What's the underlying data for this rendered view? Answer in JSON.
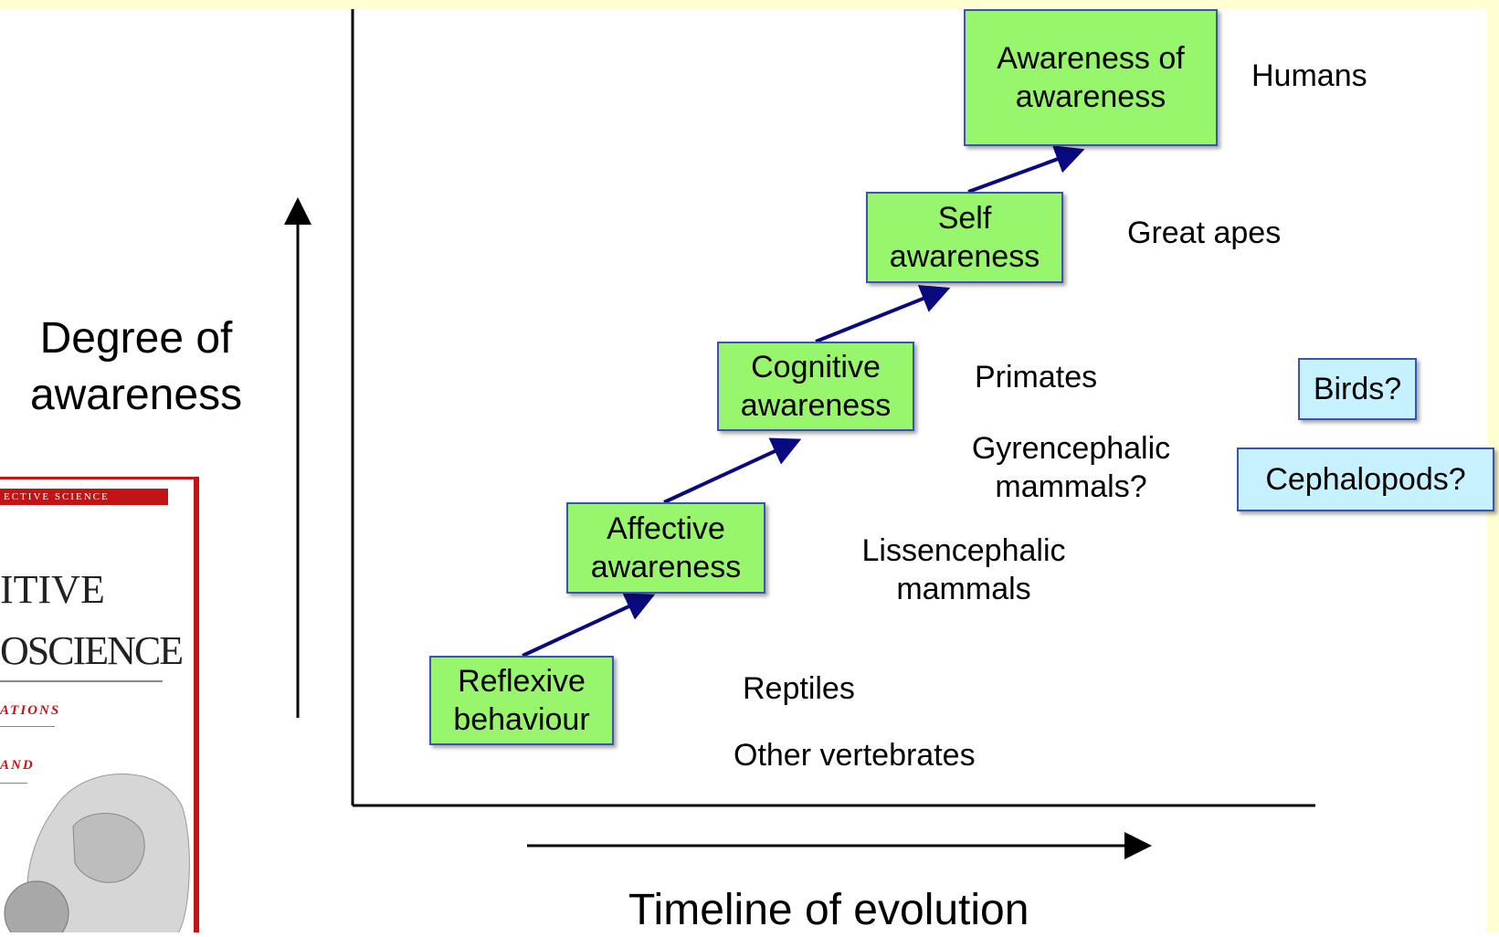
{
  "y_axis_label": [
    "Degree of",
    "awareness"
  ],
  "x_axis_label": "Timeline of evolution",
  "stages": [
    {
      "lines": [
        "Reflexive",
        "behaviour"
      ]
    },
    {
      "lines": [
        "Affective",
        "awareness"
      ]
    },
    {
      "lines": [
        "Cognitive",
        "awareness"
      ]
    },
    {
      "lines": [
        "Self",
        "awareness"
      ]
    },
    {
      "lines": [
        "Awareness of",
        "awareness"
      ]
    }
  ],
  "groups": {
    "humans": "Humans",
    "great_apes": "Great apes",
    "primates": "Primates",
    "gyrencephalic": [
      "Gyrencephalic",
      "mammals?"
    ],
    "lissencephalic": [
      "Lissencephalic",
      "mammals"
    ],
    "reptiles": "Reptiles",
    "other_vertebrates": "Other vertebrates"
  },
  "uncertain": {
    "birds": "Birds?",
    "cephalopods": "Cephalopods?"
  },
  "book_cover": {
    "band": "ECTIVE SCIENCE",
    "word1": "ITIVE",
    "word2": "OSCIENCE",
    "word3": "ATIONS",
    "word4": "AND"
  },
  "colors": {
    "stage_fill": "#97f66c",
    "uncertain_fill": "#c6f1ff",
    "box_border": "#3a53b5",
    "arrow": "#0a0a80",
    "frame": "#ffffd2",
    "book_red": "#c21414"
  }
}
